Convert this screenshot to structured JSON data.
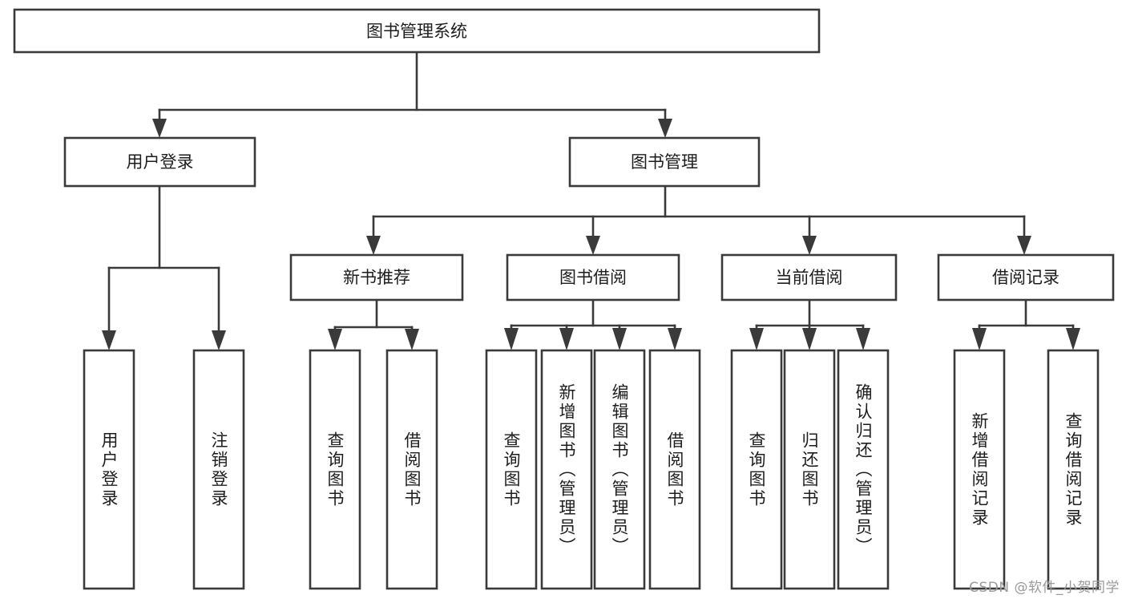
{
  "diagram": {
    "type": "hierarchy-tree",
    "title": "图书管理系统",
    "watermark": "CSDN @软件_小贺同学",
    "colors": {
      "stroke": "#3a3a3a",
      "box_fill": "#ffffff",
      "text": "#1d1d1d",
      "background": "#ffffff",
      "watermark": "#9a9a9a"
    },
    "root": {
      "label": "图书管理系统",
      "level": 1
    },
    "level2": [
      {
        "label": "用户登录"
      },
      {
        "label": "图书管理"
      }
    ],
    "level3": [
      {
        "label": "新书推荐"
      },
      {
        "label": "图书借阅"
      },
      {
        "label": "当前借阅"
      },
      {
        "label": "借阅记录"
      }
    ],
    "leaves": {
      "user_login": [
        {
          "label": "用户登录"
        },
        {
          "label": "注销登录"
        }
      ],
      "new_book_recommend": [
        {
          "label": "查询图书"
        },
        {
          "label": "借阅图书"
        }
      ],
      "book_borrow": [
        {
          "label": "查询图书"
        },
        {
          "label": "新增图书（管理员）"
        },
        {
          "label": "编辑图书（管理员）"
        },
        {
          "label": "借阅图书"
        }
      ],
      "current_borrow": [
        {
          "label": "查询图书"
        },
        {
          "label": "归还图书"
        },
        {
          "label": "确认归还（管理员）"
        }
      ],
      "borrow_record": [
        {
          "label": "新增借阅记录"
        },
        {
          "label": "查询借阅记录"
        }
      ]
    }
  }
}
